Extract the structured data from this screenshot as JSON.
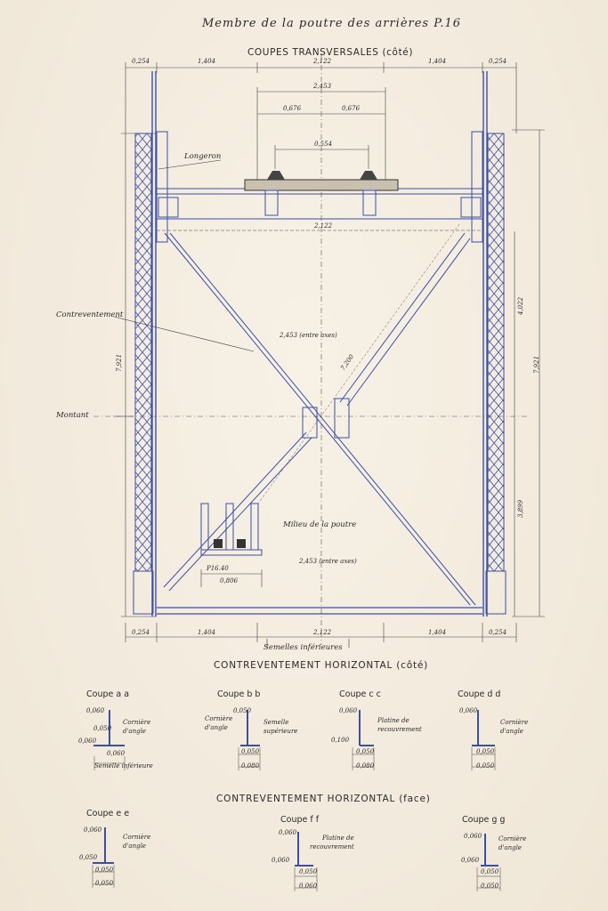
{
  "drawing": {
    "title": "Membre de la poutre des arrières P.16",
    "section_title": "COUPES TRANSVERSALES (côté)",
    "top_dims": [
      "0,254",
      "1,404",
      "2,122",
      "1,404",
      "0,254"
    ],
    "inner_dims": [
      "2,453",
      "0,676",
      "0,676",
      "0,554"
    ],
    "mid_dim": "2,122",
    "left_height": "7,921",
    "right_height": "7,921",
    "right_upper": "4,022",
    "right_lower": "3,899",
    "diag_label_1": "2,453 (entre axes)",
    "diag_label_2": "7,200",
    "diag_label_3": "2,453 (entre axes)",
    "labels": {
      "longeron": "Longeron",
      "contreventement": "Contreventement",
      "montant": "Montant",
      "milieu": "Milieu de la poutre",
      "semelles": "Semelles inférieures"
    },
    "p16": "P16.40",
    "p16_dim": "0,806",
    "bottom_dims": [
      "0,254",
      "1,404",
      "2,122",
      "1,404",
      "0,254"
    ]
  },
  "section_side": {
    "title": "CONTREVENTEMENT HORIZONTAL (côté)",
    "coupes": [
      {
        "name": "Coupe a a",
        "dims": [
          "0,060",
          "0,050",
          "0,060",
          "0,060"
        ],
        "notes": [
          "Cornière",
          "d'angle"
        ],
        "extra": "Semelle inférieure"
      },
      {
        "name": "Coupe b b",
        "dims": [
          "0,050",
          "0,050",
          "0,080"
        ],
        "notes": [
          "Cornière",
          "d'angle"
        ],
        "extra2": [
          "Semelle",
          "supérieure"
        ]
      },
      {
        "name": "Coupe c c",
        "dims": [
          "0,060",
          "0,100",
          "0,050",
          "0,080"
        ],
        "notes": [
          "Platine de",
          "recouvrement"
        ]
      },
      {
        "name": "Coupe d d",
        "dims": [
          "0,060",
          "0,050",
          "0,050"
        ],
        "notes": [
          "Cornière",
          "d'angle"
        ]
      }
    ]
  },
  "section_face": {
    "title": "CONTREVENTEMENT HORIZONTAL (face)",
    "coupes": [
      {
        "name": "Coupe e e",
        "dims": [
          "0,060",
          "0,050",
          "0,050",
          "0,050"
        ],
        "notes": [
          "Cornière",
          "d'angle"
        ]
      },
      {
        "name": "Coupe f f",
        "dims": [
          "0,060",
          "0,060",
          "0,050",
          "0,060"
        ],
        "notes": [
          "Platine de",
          "recouvrement"
        ]
      },
      {
        "name": "Coupe g g",
        "dims": [
          "0,060",
          "0,060",
          "0,050",
          "0,050"
        ],
        "notes": [
          "Cornière",
          "d'angle"
        ]
      }
    ]
  },
  "colors": {
    "ink": "#2a2a2a",
    "blue": "#3a4fa8",
    "paper": "#f3ecdf"
  }
}
